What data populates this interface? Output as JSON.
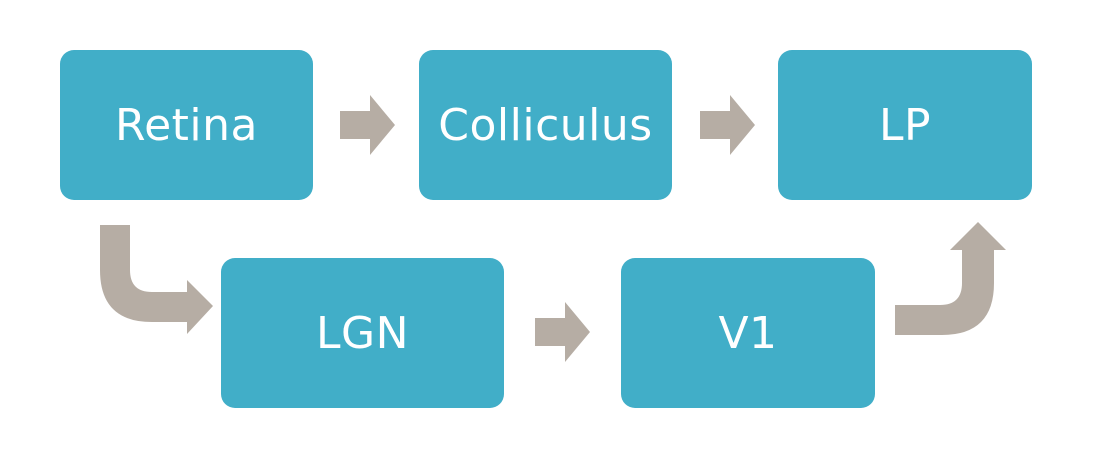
{
  "colors": {
    "node_fill": "#41AEC8",
    "arrow_fill": "#B6ADA4",
    "text": "#FFFFFF"
  },
  "nodes": {
    "retina": "Retina",
    "colliculus": "Colliculus",
    "lp": "LP",
    "lgn": "LGN",
    "v1": "V1"
  },
  "edges": [
    {
      "from": "Retina",
      "to": "Colliculus"
    },
    {
      "from": "Colliculus",
      "to": "LP"
    },
    {
      "from": "Retina",
      "to": "LGN"
    },
    {
      "from": "LGN",
      "to": "V1"
    },
    {
      "from": "V1",
      "to": "LP"
    }
  ]
}
